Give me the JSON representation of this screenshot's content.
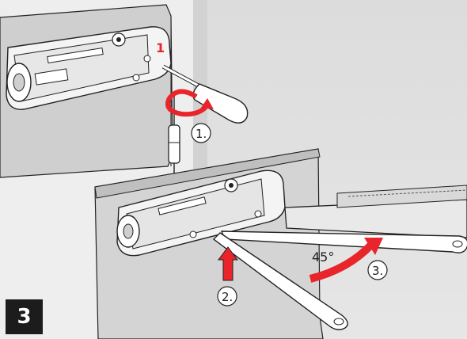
{
  "step_number": "3",
  "callouts": {
    "step1": "1.",
    "step2": "2.",
    "step3": "3.",
    "angle": "45°",
    "screw_marker": "1"
  },
  "colors": {
    "accent_red": "#e8252b",
    "wall": "#e2e2e2",
    "wall_shadow": "#c9c9c9",
    "frame": "#c7c7c7",
    "outline": "#222222",
    "badge": "#1c1c1c"
  }
}
